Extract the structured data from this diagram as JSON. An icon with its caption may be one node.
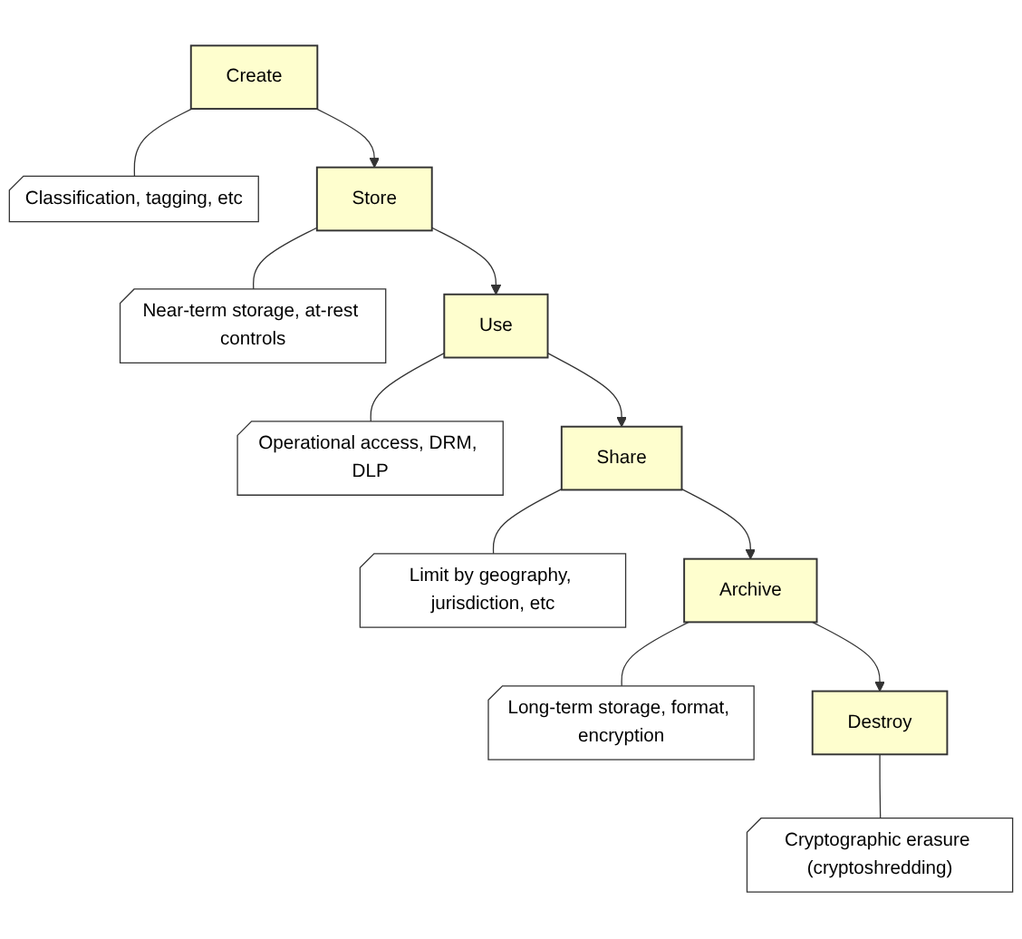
{
  "diagram": {
    "nodes": [
      {
        "text": [
          "Create"
        ]
      },
      {
        "text": [
          "Classification, tagging, etc"
        ]
      },
      {
        "text": [
          "Store"
        ]
      },
      {
        "text": [
          "Near-term storage, at-rest controls"
        ]
      },
      {
        "text": [
          "Use"
        ]
      },
      {
        "text": [
          "Operational access, DRM, DLP"
        ]
      },
      {
        "text": [
          "Share"
        ]
      },
      {
        "text": [
          "Limit by geography, jurisdiction, etc"
        ]
      },
      {
        "text": [
          "Archive"
        ]
      },
      {
        "text": [
          "Long-term storage, format, encryption"
        ]
      },
      {
        "text": [
          "Destroy"
        ]
      },
      {
        "text": [
          "Cryptographic erasure (cryptoshredding)"
        ]
      }
    ],
    "edges": [
      {
        "from": 0,
        "to": 1,
        "arrow": "none"
      },
      {
        "from": 0,
        "to": 2,
        "arrow": "to"
      },
      {
        "from": 2,
        "to": 3,
        "arrow": "none"
      },
      {
        "from": 2,
        "to": 4,
        "arrow": "to"
      },
      {
        "from": 4,
        "to": 5,
        "arrow": "none"
      },
      {
        "from": 4,
        "to": 6,
        "arrow": "to"
      },
      {
        "from": 6,
        "to": 7,
        "arrow": "none"
      },
      {
        "from": 6,
        "to": 8,
        "arrow": "to"
      },
      {
        "from": 8,
        "to": 9,
        "arrow": "none"
      },
      {
        "from": 8,
        "to": 10,
        "arrow": "to"
      },
      {
        "from": 10,
        "to": 11,
        "arrow": "none"
      }
    ]
  }
}
